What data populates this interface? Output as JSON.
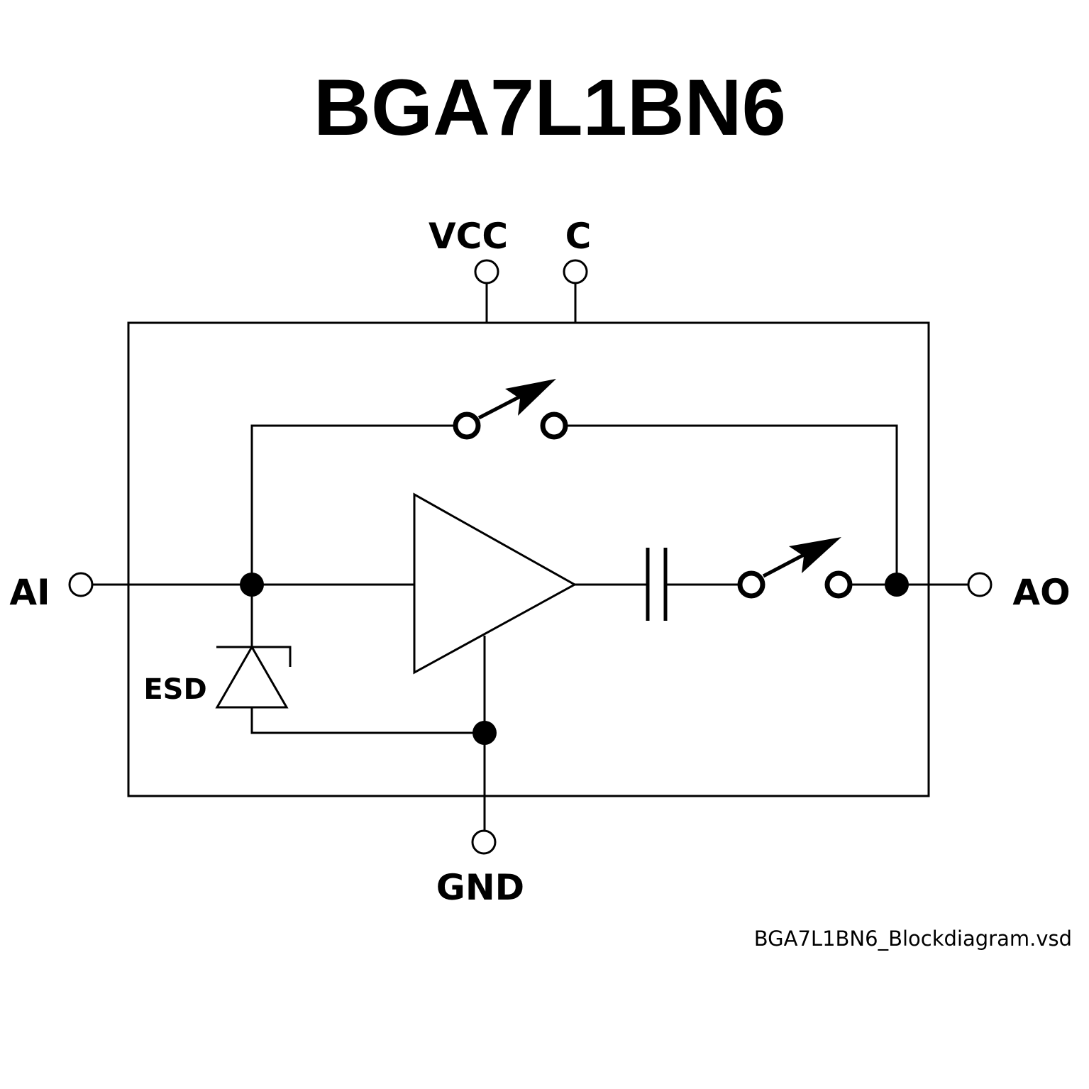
{
  "title": "BGA7L1BN6",
  "pins": {
    "vcc": "VCC",
    "c": "C",
    "ai": "AI",
    "ao": "AO",
    "gnd": "GND"
  },
  "components": {
    "esd_label": "ESD",
    "amplifier": "LNA",
    "bypass_switch": "bypass-switch",
    "output_switch": "output-switch",
    "capacitor": "dc-block-capacitor"
  },
  "footer": {
    "filename": "BGA7L1BN6_Blockdiagram.vsd"
  }
}
